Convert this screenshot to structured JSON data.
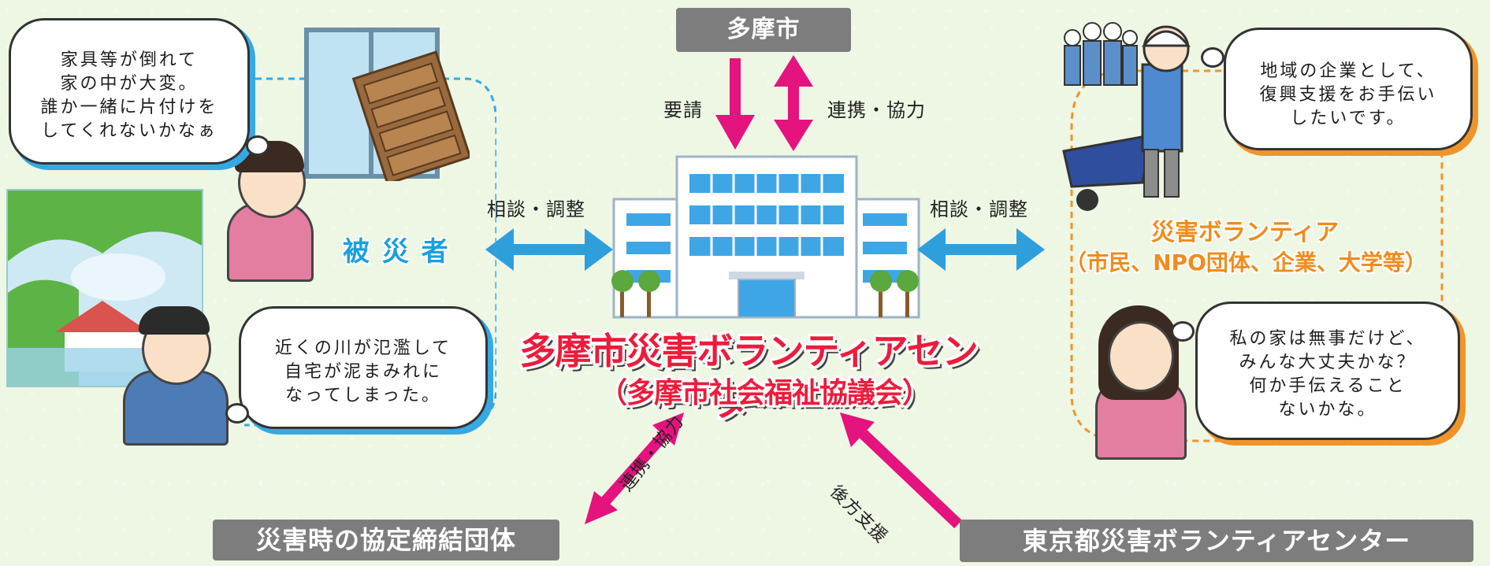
{
  "nodes": {
    "tama_city": "多摩市",
    "victims": "被 災 者",
    "center_title": "多摩市災害ボランティアセンター",
    "center_subtitle": "（多摩市社会福祉協議会）",
    "volunteers_title": "災害ボランティア",
    "volunteers_subtitle": "（市民、NPO団体、企業、大学等）",
    "agreement_orgs": "災害時の協定締結団体",
    "tokyo_center": "東京都災害ボランティアセンター"
  },
  "arrows": {
    "request": "要請",
    "cooperation_top": "連携・協力",
    "consult_left": "相談・調整",
    "consult_right": "相談・調整",
    "cooperation_bottom": "連携・協力",
    "rear_support": "後方支援"
  },
  "bubbles": {
    "victim_top": [
      "家具等が倒れて",
      "家の中が大変。",
      "誰か一緒に片付けを",
      "してくれないかなぁ"
    ],
    "victim_bottom": [
      "近くの川が氾濫して",
      "自宅が泥まみれに",
      "なってしまった。"
    ],
    "volunteer_top": [
      "地域の企業として、",
      "復興支援をお手伝い",
      "したいです。"
    ],
    "volunteer_bottom": [
      "私の家は無事だけど、",
      "みんな大丈夫かな？",
      "何か手伝えること",
      "ないかな。"
    ]
  },
  "colors": {
    "pink_arrow": "#e4137e",
    "blue_arrow": "#2f9fdc",
    "red_title": "#ee1b3b",
    "orange_title": "#f08c1c",
    "gray_box": "#7d7d7d",
    "victims_blue": "#1aa0e0"
  }
}
